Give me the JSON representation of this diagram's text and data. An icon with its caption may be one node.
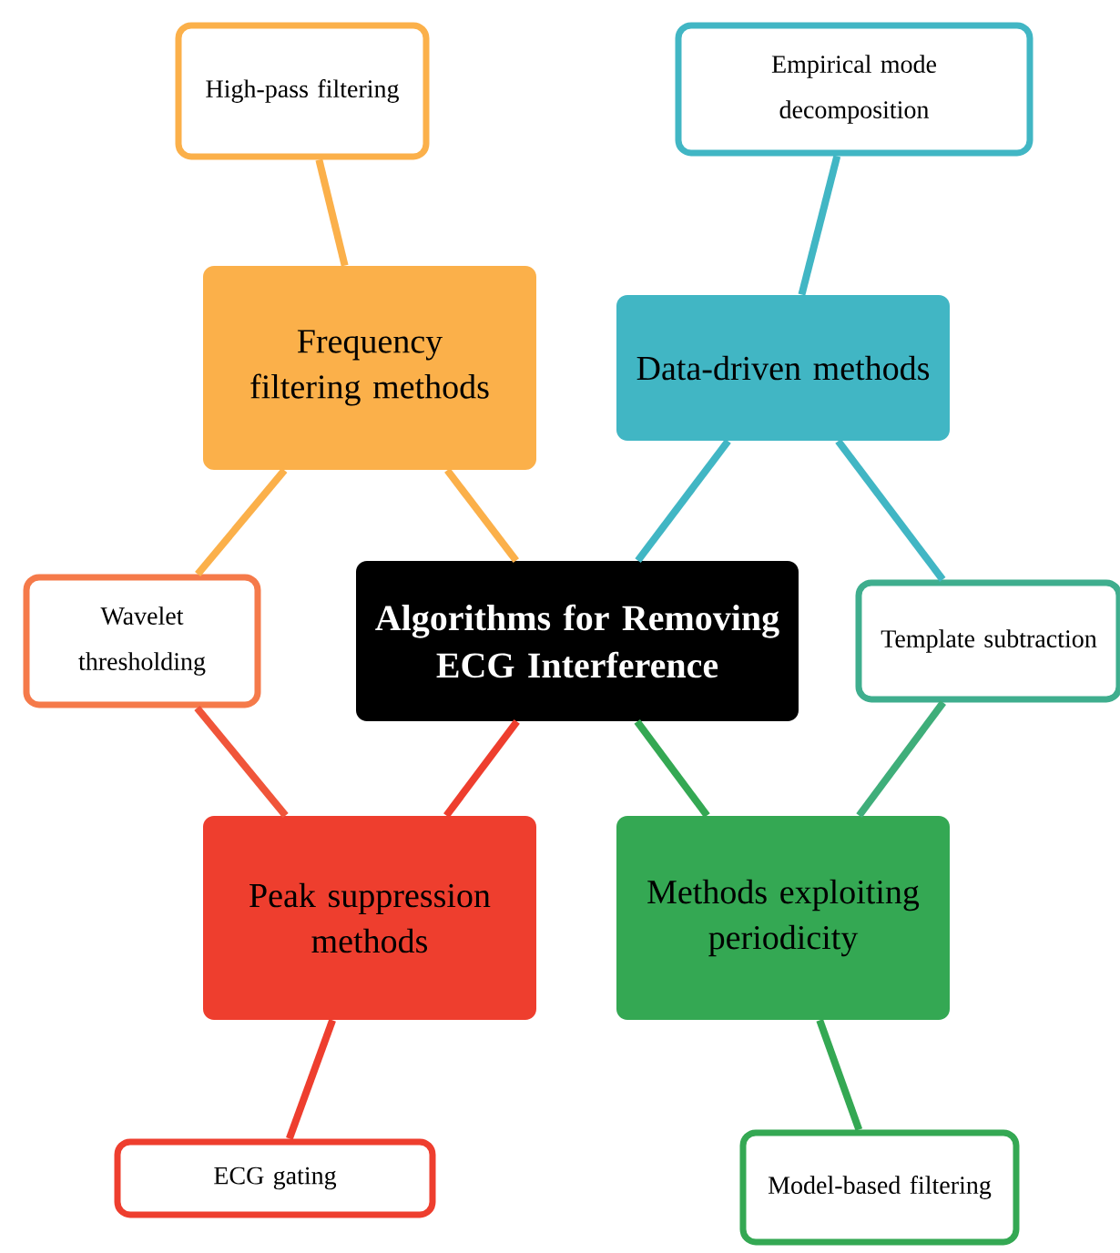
{
  "diagram": {
    "nodes": [
      {
        "text": [
          "Algorithms for Removing ECG Interference"
        ]
      },
      {
        "text": [
          "Frequency filtering methods"
        ]
      },
      {
        "text": [
          "High-pass filtering"
        ]
      },
      {
        "text": [
          "Data-driven methods"
        ]
      },
      {
        "text": [
          "Empirical mode decomposition"
        ]
      },
      {
        "text": [
          "Wavelet thresholding"
        ]
      },
      {
        "text": [
          "Template subtraction"
        ]
      },
      {
        "text": [
          "Peak suppression methods"
        ]
      },
      {
        "text": [
          "Methods exploiting periodicity"
        ]
      },
      {
        "text": [
          "ECG gating"
        ]
      },
      {
        "text": [
          "Model-based filtering"
        ]
      }
    ],
    "edges": [
      {
        "from": 0,
        "to": 1,
        "arrow": "none",
        "color": "#fbb04a"
      },
      {
        "from": 0,
        "to": 3,
        "arrow": "none",
        "color": "#41b6c4"
      },
      {
        "from": 0,
        "to": 7,
        "arrow": "none",
        "color": "#ee3e2e"
      },
      {
        "from": 0,
        "to": 8,
        "arrow": "none",
        "color": "#34a853"
      },
      {
        "from": 1,
        "to": 2,
        "arrow": "none",
        "color": "#fbb04a"
      },
      {
        "from": 3,
        "to": 4,
        "arrow": "none",
        "color": "#41b6c4"
      },
      {
        "from": 1,
        "to": 5,
        "arrow": "none",
        "color": "#fbb04a"
      },
      {
        "from": 5,
        "to": 7,
        "arrow": "none",
        "color": "#f0553a"
      },
      {
        "from": 3,
        "to": 6,
        "arrow": "none",
        "color": "#41b6c4"
      },
      {
        "from": 6,
        "to": 8,
        "arrow": "none",
        "color": "#3fae7a"
      },
      {
        "from": 7,
        "to": 9,
        "arrow": "none",
        "color": "#ee3e2e"
      },
      {
        "from": 8,
        "to": 10,
        "arrow": "none",
        "color": "#34a853"
      }
    ]
  }
}
